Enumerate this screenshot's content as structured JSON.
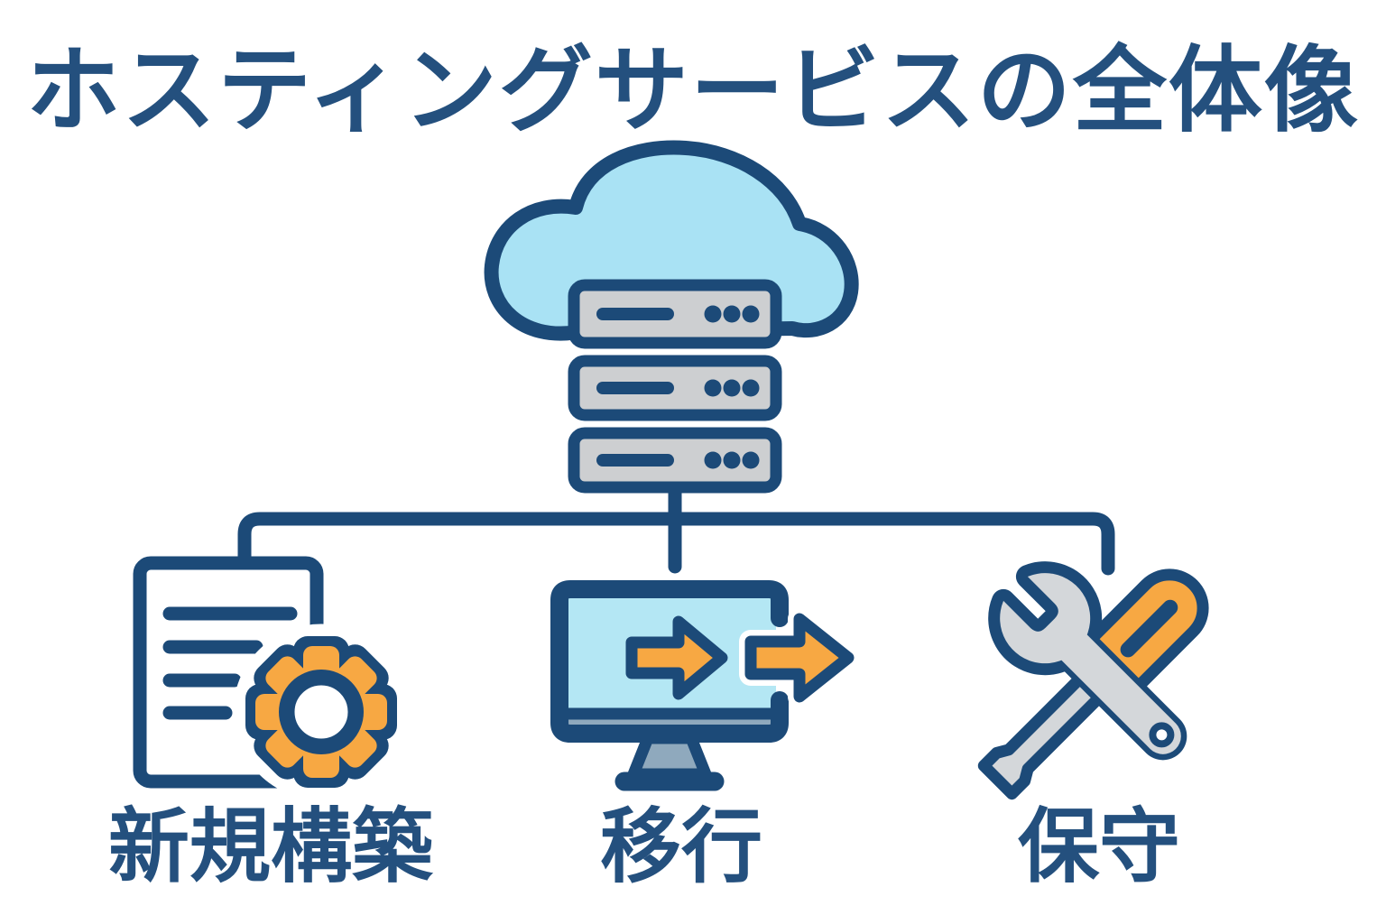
{
  "title": "ホスティングサービスの全体像",
  "colors": {
    "outline": "#1C4A78",
    "text": "#24507E",
    "cloud": "#A9E2F4",
    "screen": "#B4E7F4",
    "server": "#CDCFD1",
    "steel": "#8FA9BD",
    "orange": "#F7A843",
    "tool": "#D4D7DA",
    "white": "#FFFFFF"
  },
  "diagram": {
    "root": {
      "icon": "cloud-server-icon",
      "meaning": "ホスティングサービス"
    },
    "branches": [
      {
        "label": "新規構築",
        "icon": "document-gear-icon"
      },
      {
        "label": "移行",
        "icon": "monitor-migration-icon"
      },
      {
        "label": "保守",
        "icon": "wrench-screwdriver-icon"
      }
    ]
  }
}
